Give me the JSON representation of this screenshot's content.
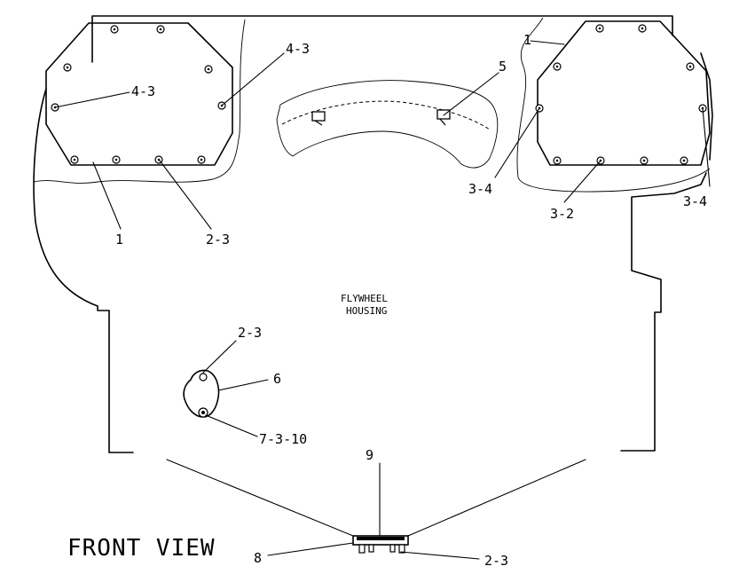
{
  "title": "FRONT VIEW",
  "housing_label": [
    "FLYWHEEL",
    "HOUSING"
  ],
  "callouts": {
    "left_cover": "1",
    "left_cover_bolt_bottom": "2-3",
    "left_cover_bolt_inner": "4-3",
    "left_cover_bolt_top": "4-3",
    "right_cover": "1",
    "right_cover_bolt_bottom": "3-2",
    "right_cover_bolt_left": "3-4",
    "right_cover_bolt_right": "3-4",
    "sensor_clip": "5",
    "plate": "6",
    "plate_bolt_top": "2-3",
    "plate_bolt_bottom": "7-3-10",
    "detail_bolt": "2-3",
    "detail_plate": "8",
    "detail_gasket": "9"
  }
}
